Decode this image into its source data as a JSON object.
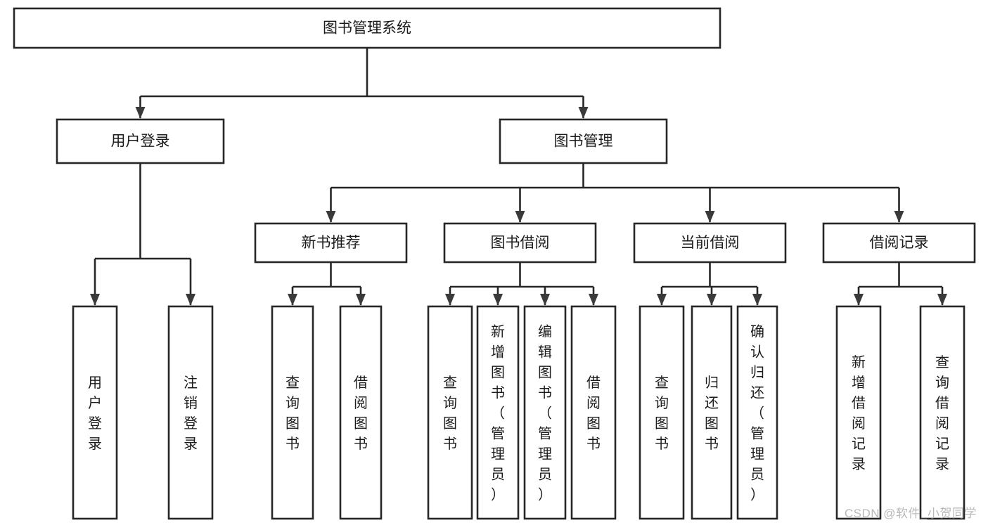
{
  "chart_data": {
    "type": "diagram",
    "diagram_type": "tree-hierarchy-functional-decomposition",
    "title": "图书管理系统",
    "orientation": "top-down",
    "leaf_text_orientation": "vertical",
    "levels": 4,
    "nodes": [
      {
        "id": "root",
        "label": "图书管理系统",
        "level": 0,
        "parent": null,
        "orientation": "horizontal"
      },
      {
        "id": "login",
        "label": "用户登录",
        "level": 1,
        "parent": "root",
        "orientation": "horizontal"
      },
      {
        "id": "bookmgmt",
        "label": "图书管理",
        "level": 1,
        "parent": "root",
        "orientation": "horizontal"
      },
      {
        "id": "newbook",
        "label": "新书推荐",
        "level": 2,
        "parent": "bookmgmt",
        "orientation": "horizontal"
      },
      {
        "id": "borrow",
        "label": "图书借阅",
        "level": 2,
        "parent": "bookmgmt",
        "orientation": "horizontal"
      },
      {
        "id": "current",
        "label": "当前借阅",
        "level": 2,
        "parent": "bookmgmt",
        "orientation": "horizontal"
      },
      {
        "id": "records",
        "label": "借阅记录",
        "level": 2,
        "parent": "bookmgmt",
        "orientation": "horizontal"
      },
      {
        "id": "login-1",
        "label": "用户登录",
        "level": 2,
        "parent": "login",
        "orientation": "vertical"
      },
      {
        "id": "login-2",
        "label": "注销登录",
        "level": 2,
        "parent": "login",
        "orientation": "vertical"
      },
      {
        "id": "newbook-1",
        "label": "查询图书",
        "level": 3,
        "parent": "newbook",
        "orientation": "vertical"
      },
      {
        "id": "newbook-2",
        "label": "借阅图书",
        "level": 3,
        "parent": "newbook",
        "orientation": "vertical"
      },
      {
        "id": "borrow-1",
        "label": "查询图书",
        "level": 3,
        "parent": "borrow",
        "orientation": "vertical"
      },
      {
        "id": "borrow-2",
        "label": "新增图书（管理员）",
        "level": 3,
        "parent": "borrow",
        "orientation": "vertical"
      },
      {
        "id": "borrow-3",
        "label": "编辑图书（管理员）",
        "level": 3,
        "parent": "borrow",
        "orientation": "vertical"
      },
      {
        "id": "borrow-4",
        "label": "借阅图书",
        "level": 3,
        "parent": "borrow",
        "orientation": "vertical"
      },
      {
        "id": "current-1",
        "label": "查询图书",
        "level": 3,
        "parent": "current",
        "orientation": "vertical"
      },
      {
        "id": "current-2",
        "label": "归还图书",
        "level": 3,
        "parent": "current",
        "orientation": "vertical"
      },
      {
        "id": "current-3",
        "label": "确认归还（管理员）",
        "level": 3,
        "parent": "current",
        "orientation": "vertical"
      },
      {
        "id": "records-1",
        "label": "新增借阅记录",
        "level": 3,
        "parent": "records",
        "orientation": "vertical"
      },
      {
        "id": "records-2",
        "label": "查询借阅记录",
        "level": 3,
        "parent": "records",
        "orientation": "vertical"
      }
    ],
    "edges": [
      {
        "from": "root",
        "to": "login"
      },
      {
        "from": "root",
        "to": "bookmgmt"
      },
      {
        "from": "login",
        "to": "login-1"
      },
      {
        "from": "login",
        "to": "login-2"
      },
      {
        "from": "bookmgmt",
        "to": "newbook"
      },
      {
        "from": "bookmgmt",
        "to": "borrow"
      },
      {
        "from": "bookmgmt",
        "to": "current"
      },
      {
        "from": "bookmgmt",
        "to": "records"
      },
      {
        "from": "newbook",
        "to": "newbook-1"
      },
      {
        "from": "newbook",
        "to": "newbook-2"
      },
      {
        "from": "borrow",
        "to": "borrow-1"
      },
      {
        "from": "borrow",
        "to": "borrow-2"
      },
      {
        "from": "borrow",
        "to": "borrow-3"
      },
      {
        "from": "borrow",
        "to": "borrow-4"
      },
      {
        "from": "current",
        "to": "current-1"
      },
      {
        "from": "current",
        "to": "current-2"
      },
      {
        "from": "current",
        "to": "current-3"
      },
      {
        "from": "records",
        "to": "records-1"
      },
      {
        "from": "records",
        "to": "records-2"
      }
    ],
    "colors": {
      "background": "#ffffff",
      "box_fill": "#ffffff",
      "box_stroke": "#262626",
      "text": "#1b1b1b",
      "arrow": "#3a3a3a",
      "watermark": "#b9b9b9"
    }
  },
  "diagram": {
    "root": {
      "label": "图书管理系统"
    },
    "level1": [
      {
        "label": "用户登录"
      },
      {
        "label": "图书管理"
      }
    ],
    "level2": [
      {
        "label": "新书推荐"
      },
      {
        "label": "图书借阅"
      },
      {
        "label": "当前借阅"
      },
      {
        "label": "借阅记录"
      }
    ],
    "leaves": {
      "login": [
        {
          "label": "用户登录"
        },
        {
          "label": "注销登录"
        }
      ],
      "newbook": [
        {
          "label": "查询图书"
        },
        {
          "label": "借阅图书"
        }
      ],
      "borrow": [
        {
          "label": "查询图书"
        },
        {
          "label": "新增图书（管理员）"
        },
        {
          "label": "编辑图书（管理员）"
        },
        {
          "label": "借阅图书"
        }
      ],
      "current": [
        {
          "label": "查询图书"
        },
        {
          "label": "归还图书"
        },
        {
          "label": "确认归还（管理员）"
        }
      ],
      "records": [
        {
          "label": "新增借阅记录"
        },
        {
          "label": "查询借阅记录"
        }
      ]
    }
  },
  "watermark": {
    "text": "CSDN @软件_小贺同学"
  }
}
